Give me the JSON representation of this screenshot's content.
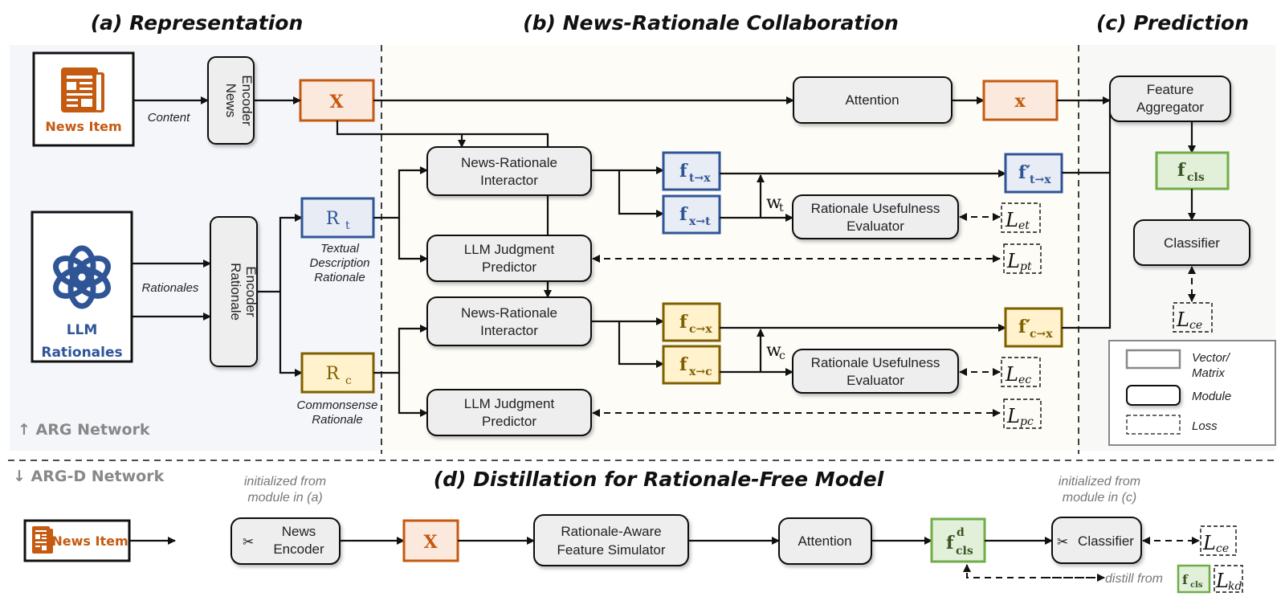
{
  "sections": {
    "a_title": "(a) Representation",
    "b_title": "(b) News-Rationale Collaboration",
    "c_title": "(c) Prediction",
    "d_title": "(d) Distillation for Rationale-Free Model"
  },
  "network_labels": {
    "arg": "↑ ARG Network",
    "argd": "↓ ARG-D Network"
  },
  "inputs": {
    "news_item": "News Item",
    "llm_line1": "LLM",
    "llm_line2": "Rationales"
  },
  "edge_labels": {
    "content": "Content",
    "rationales": "Rationales",
    "wt_base": "w",
    "wt_sub": "t",
    "wc_base": "w",
    "wc_sub": "c",
    "distill_from": "distill from"
  },
  "modules": {
    "news_encoder_1": "News",
    "news_encoder_2": "Encoder",
    "rationale_encoder_1": "Rationale",
    "rationale_encoder_2": "Encoder",
    "attention": "Attention",
    "nri_1": "News-Rationale",
    "nri_2": "Interactor",
    "ljp_1": "LLM Judgment",
    "ljp_2": "Predictor",
    "rue_1": "Rationale Usefulness",
    "rue_2": "Evaluator",
    "feature_aggregator_1": "Feature",
    "feature_aggregator_2": "Aggregator",
    "classifier": "Classifier",
    "rafs_1": "Rationale-Aware",
    "rafs_2": "Feature Simulator"
  },
  "vectors": {
    "X": "X",
    "x": "x",
    "Rt_base": "R",
    "Rt_sub": "t",
    "Rc_base": "R",
    "Rc_sub": "c",
    "ftx_base": "f",
    "ftx_sub": "t→x",
    "fxt_base": "f",
    "fxt_sub": "x→t",
    "fcx_base": "f",
    "fcx_sub": "c→x",
    "fxc_base": "f",
    "fxc_sub": "x→c",
    "ftx_prime_base": "f′",
    "ftx_prime_sub": "t→x",
    "fcx_prime_base": "f′",
    "fcx_prime_sub": "c→x",
    "fcls_base": "f",
    "fcls_sub": "cls",
    "fcls_d_base": "f",
    "fcls_d_sup": "d",
    "fcls_d_sub": "cls"
  },
  "rationale_labels": {
    "textual_1": "Textual",
    "textual_2": "Description",
    "textual_3": "Rationale",
    "common_1": "Commonsense",
    "common_2": "Rationale"
  },
  "losses": {
    "L": "L",
    "et": "et",
    "pt": "pt",
    "ec": "ec",
    "pc": "pc",
    "ce": "ce",
    "kd": "kd"
  },
  "legend": {
    "vector_1": "Vector/",
    "vector_2": "Matrix",
    "module": "Module",
    "loss": "Loss"
  },
  "notes": {
    "init_a_1": "initialized from",
    "init_a_2": "module in (a)",
    "init_c_1": "initialized from",
    "init_c_2": "module in (c)"
  },
  "colors": {
    "news_orange": "#c55a11",
    "news_fill": "#fbe9dd",
    "textual_blue": "#2f5597",
    "textual_fill": "#e8ecf4",
    "common_gold": "#7f6000",
    "common_fill": "#fff2cc",
    "cls_green": "#70ad47",
    "cls_fill": "#e2efd9",
    "panel_a_bg": "#f4f6fa",
    "panel_b_bg": "#fdfcf7",
    "panel_c_bg": "#f8f8f6"
  }
}
